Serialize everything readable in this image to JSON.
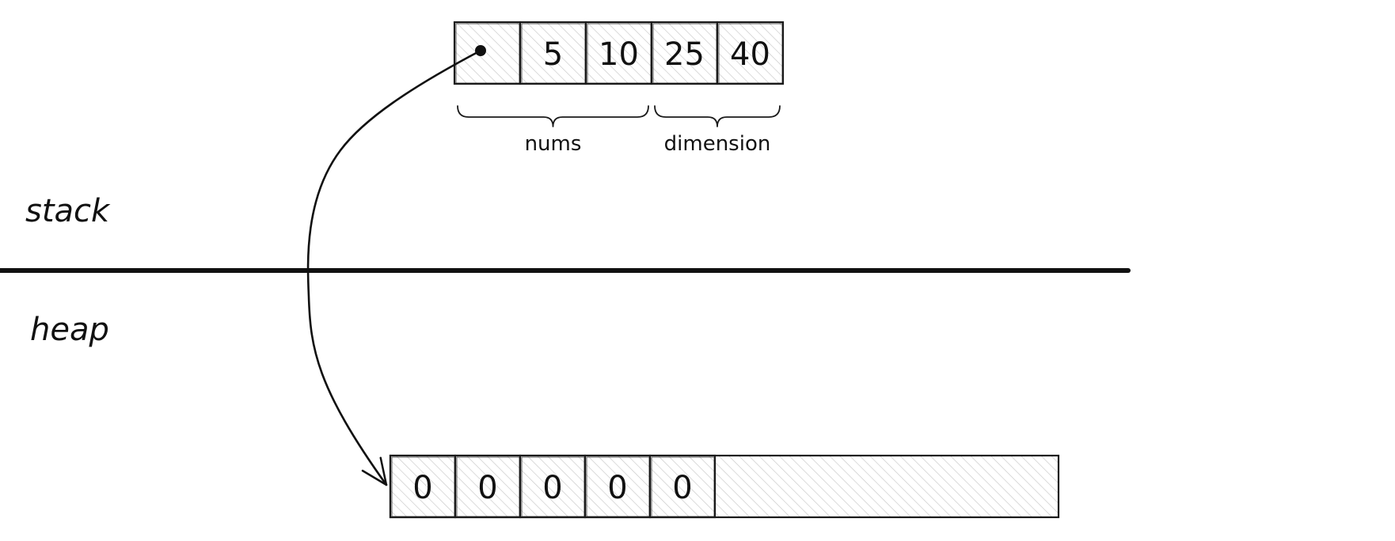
{
  "regions": {
    "stack_label": "stack",
    "heap_label": "heap"
  },
  "stack_array": {
    "cells": [
      {
        "text": "",
        "kind": "pointer"
      },
      {
        "text": "5"
      },
      {
        "text": "10"
      },
      {
        "text": "25"
      },
      {
        "text": "40"
      }
    ],
    "groups": [
      {
        "label": "nums",
        "from": 0,
        "to": 2
      },
      {
        "label": "dimension",
        "from": 3,
        "to": 4
      }
    ]
  },
  "heap_array": {
    "cells": [
      "0",
      "0",
      "0",
      "0",
      "0"
    ],
    "has_unused_capacity": true
  },
  "colors": {
    "ink": "#111111",
    "hatch": "#bdbdbd"
  }
}
